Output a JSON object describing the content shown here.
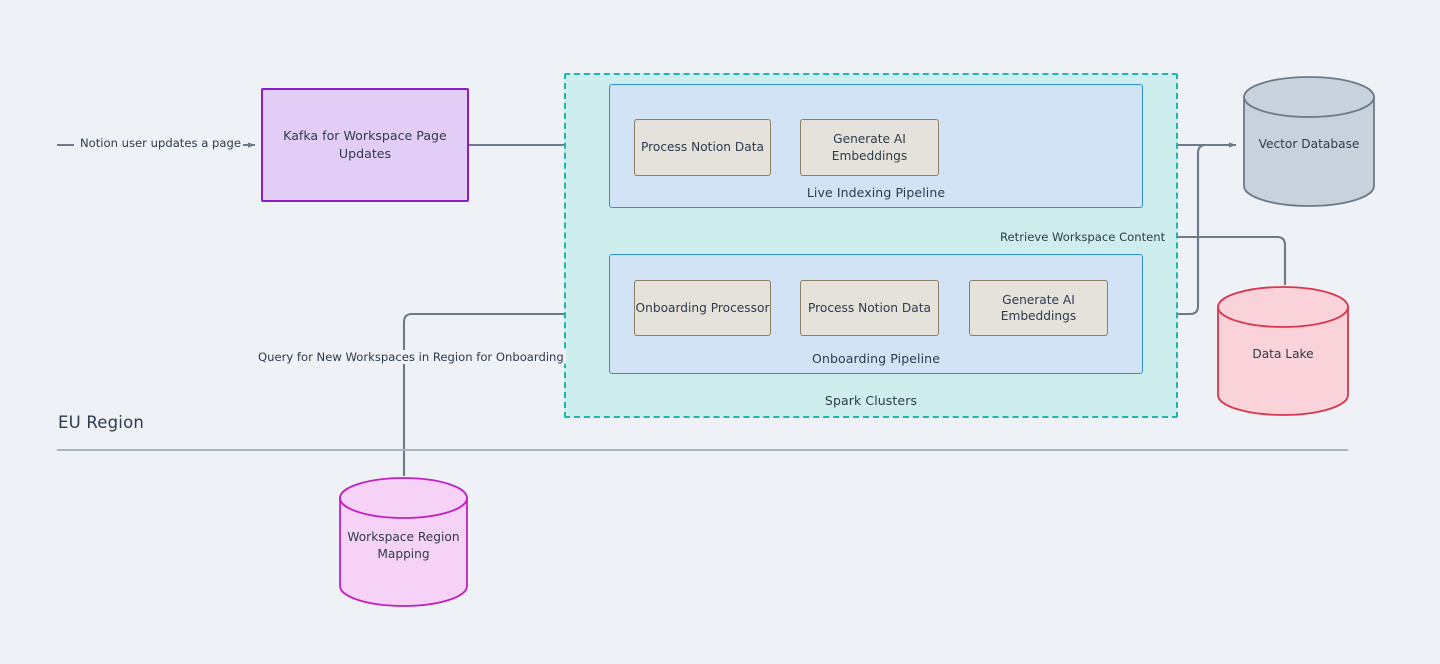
{
  "diagram": {
    "region": {
      "label": "EU Region"
    },
    "source_node": {
      "name": "kafka-topic",
      "label": "Kafka for Workspace Page Updates",
      "fill": "#e1cdf5",
      "stroke": "#8a1ec4"
    },
    "spark_container": {
      "name": "spark-clusters",
      "label": "Spark Clusters",
      "fill": "#cdeeec",
      "stroke": "#1fb6ad"
    },
    "pipelines": [
      {
        "name": "live-indexing-pipeline",
        "label": "Live Indexing Pipeline",
        "fill": "#d2e3f5",
        "stroke": "#2f8fdd",
        "tasks": [
          {
            "name": "process-notion-data",
            "label": "Process Notion Data"
          },
          {
            "name": "generate-ai-embeddings",
            "label": "Generate AI Embeddings"
          }
        ]
      },
      {
        "name": "onboarding-pipeline",
        "label": "Onboarding Pipeline",
        "fill": "#d2e3f5",
        "stroke": "#2f8fdd",
        "tasks": [
          {
            "name": "onboarding-processor",
            "label": "Onboarding Processor"
          },
          {
            "name": "process-notion-data",
            "label": "Process Notion Data"
          },
          {
            "name": "generate-ai-embeddings",
            "label": "Generate AI Embeddings"
          }
        ]
      }
    ],
    "datastores": [
      {
        "name": "vector-database",
        "label": "Vector Database",
        "fill": "#c8d2dc",
        "stroke": "#6c7a89"
      },
      {
        "name": "data-lake",
        "label": "Data Lake",
        "fill": "#f9d3d9",
        "stroke": "#d8374f"
      },
      {
        "name": "workspace-region-mapping",
        "label": "Workspace Region Mapping",
        "fill": "#f6d3f6",
        "stroke": "#c221c2"
      }
    ],
    "edge_labels": {
      "notion_update": "Notion user updates a page",
      "retrieve_content": "Retrieve Workspace Content",
      "query_onboarding": "Query for New Workspaces in Region for Onboarding"
    },
    "colors": {
      "background": "#eef1f5",
      "edge": "#6c7a89",
      "text": "#2e3b4e",
      "divider": "#aab4c0"
    }
  }
}
